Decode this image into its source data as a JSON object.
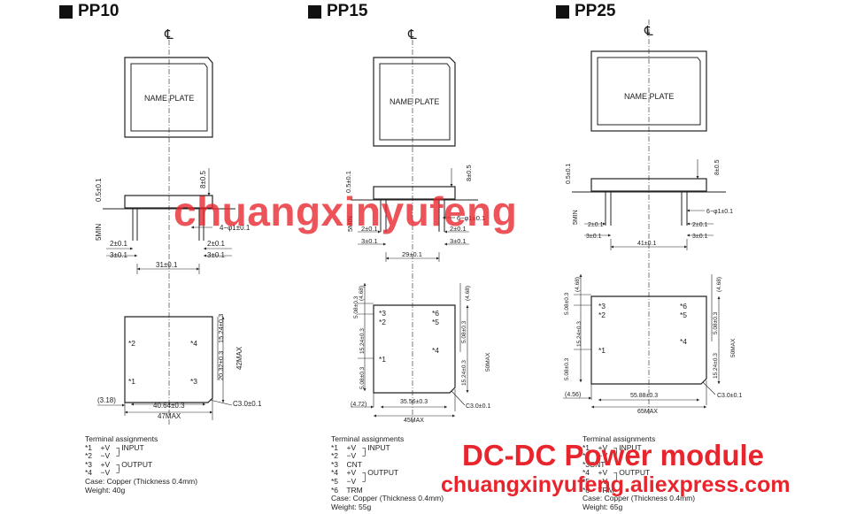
{
  "cl": "℄",
  "nameplate": "NAME PLATE",
  "models": [
    {
      "title": "PP10",
      "side": {
        "pitch": "0.5±0.1",
        "h": "8±0.5",
        "pins": "4−φ1±0.1",
        "min": "5MIN",
        "a1": "2±0.1",
        "a2": "3±0.1",
        "a3": "2±0.1",
        "a4": "3±0.1",
        "span": "31±0.1"
      },
      "bottom": {
        "p2": "*2",
        "p1": "*1",
        "p4": "*4",
        "p3": "*3",
        "d1": "15.24±0.3",
        "d2": "20.32±0.3",
        "max": "42MAX",
        "off": "(3.18)",
        "w": "40.64±0.3",
        "wmax": "47MAX",
        "c": "C3.0±0.1"
      },
      "terms": "Terminal assignments\n*1    +V   ┐INPUT\n*2    −V   ┘\n*3    +V   ┐OUTPUT\n*4    −V   ┘\nCase: Copper (Thickness 0.4mm)\nWeight: 40g"
    },
    {
      "title": "PP15",
      "side": {
        "pitch": "0.5±0.1",
        "h": "8±0.5",
        "pins": "6−φ1±0.1",
        "min": "5MIN",
        "a1": "2±0.1",
        "a2": "3±0.1",
        "a3": "2±0.1",
        "a4": "3±0.1",
        "span": "29±0.1"
      },
      "bottom": {
        "p3": "*3",
        "p2": "*2",
        "p1": "*1",
        "p6": "*6",
        "p5": "*5",
        "p4": "*4",
        "t1": "(4.68)",
        "t2": "(4.68)",
        "d1": "5.08±0.3",
        "d2": "15.24±0.3",
        "d3": "5.08±0.3",
        "d4": "5.08±0.3",
        "d5": "15.24±0.3",
        "max": "50MAX",
        "off": "(4.72)",
        "w": "35.56±0.3",
        "wmax": "45MAX",
        "c": "C3.0±0.1"
      },
      "terms": "Terminal assignments\n*1    +V   ┐INPUT\n*2    −V   ┘\n*3    CNT\n*4    +V   ┐OUTPUT\n*5    −V   ┘\n*6    TRM\nCase: Copper (Thickness 0.4mm)\nWeight: 55g"
    },
    {
      "title": "PP25",
      "side": {
        "pitch": "0.5±0.1",
        "h": "8±0.5",
        "pins": "6−φ1±0.1",
        "min": "5MIN",
        "a1": "2±0.1",
        "a2": "3±0.1",
        "a3": "2±0.1",
        "a4": "3±0.1",
        "span": "41±0.1"
      },
      "bottom": {
        "p3": "*3",
        "p2": "*2",
        "p1": "*1",
        "p6": "*6",
        "p5": "*5",
        "p4": "*4",
        "t1": "(4.68)",
        "t2": "(4.68)",
        "d1": "5.08±0.3",
        "d2": "15.24±0.3",
        "d3": "5.08±0.3",
        "d4": "5.08±0.3",
        "d5": "15.24±0.3",
        "max": "50MAX",
        "off": "(4.56)",
        "w": "55.88±0.3",
        "wmax": "65MAX",
        "c": "C3.0±0.1"
      },
      "terms": "Terminal assignments\n*1    +V   ┐INPUT\n*2    −V   ┘\n*3CNT\n*4    +V   ┐OUTPUT\n*5    −V   ┘\n*6    TRM\nCase: Copper (Thickness 0.4mm)\nWeight: 65g"
    }
  ],
  "watermark": {
    "center": "chuangxinyufeng",
    "title": "DC-DC Power module",
    "url": "chuangxinyufeng.aliexpress.com",
    "color": "#e8252d"
  }
}
